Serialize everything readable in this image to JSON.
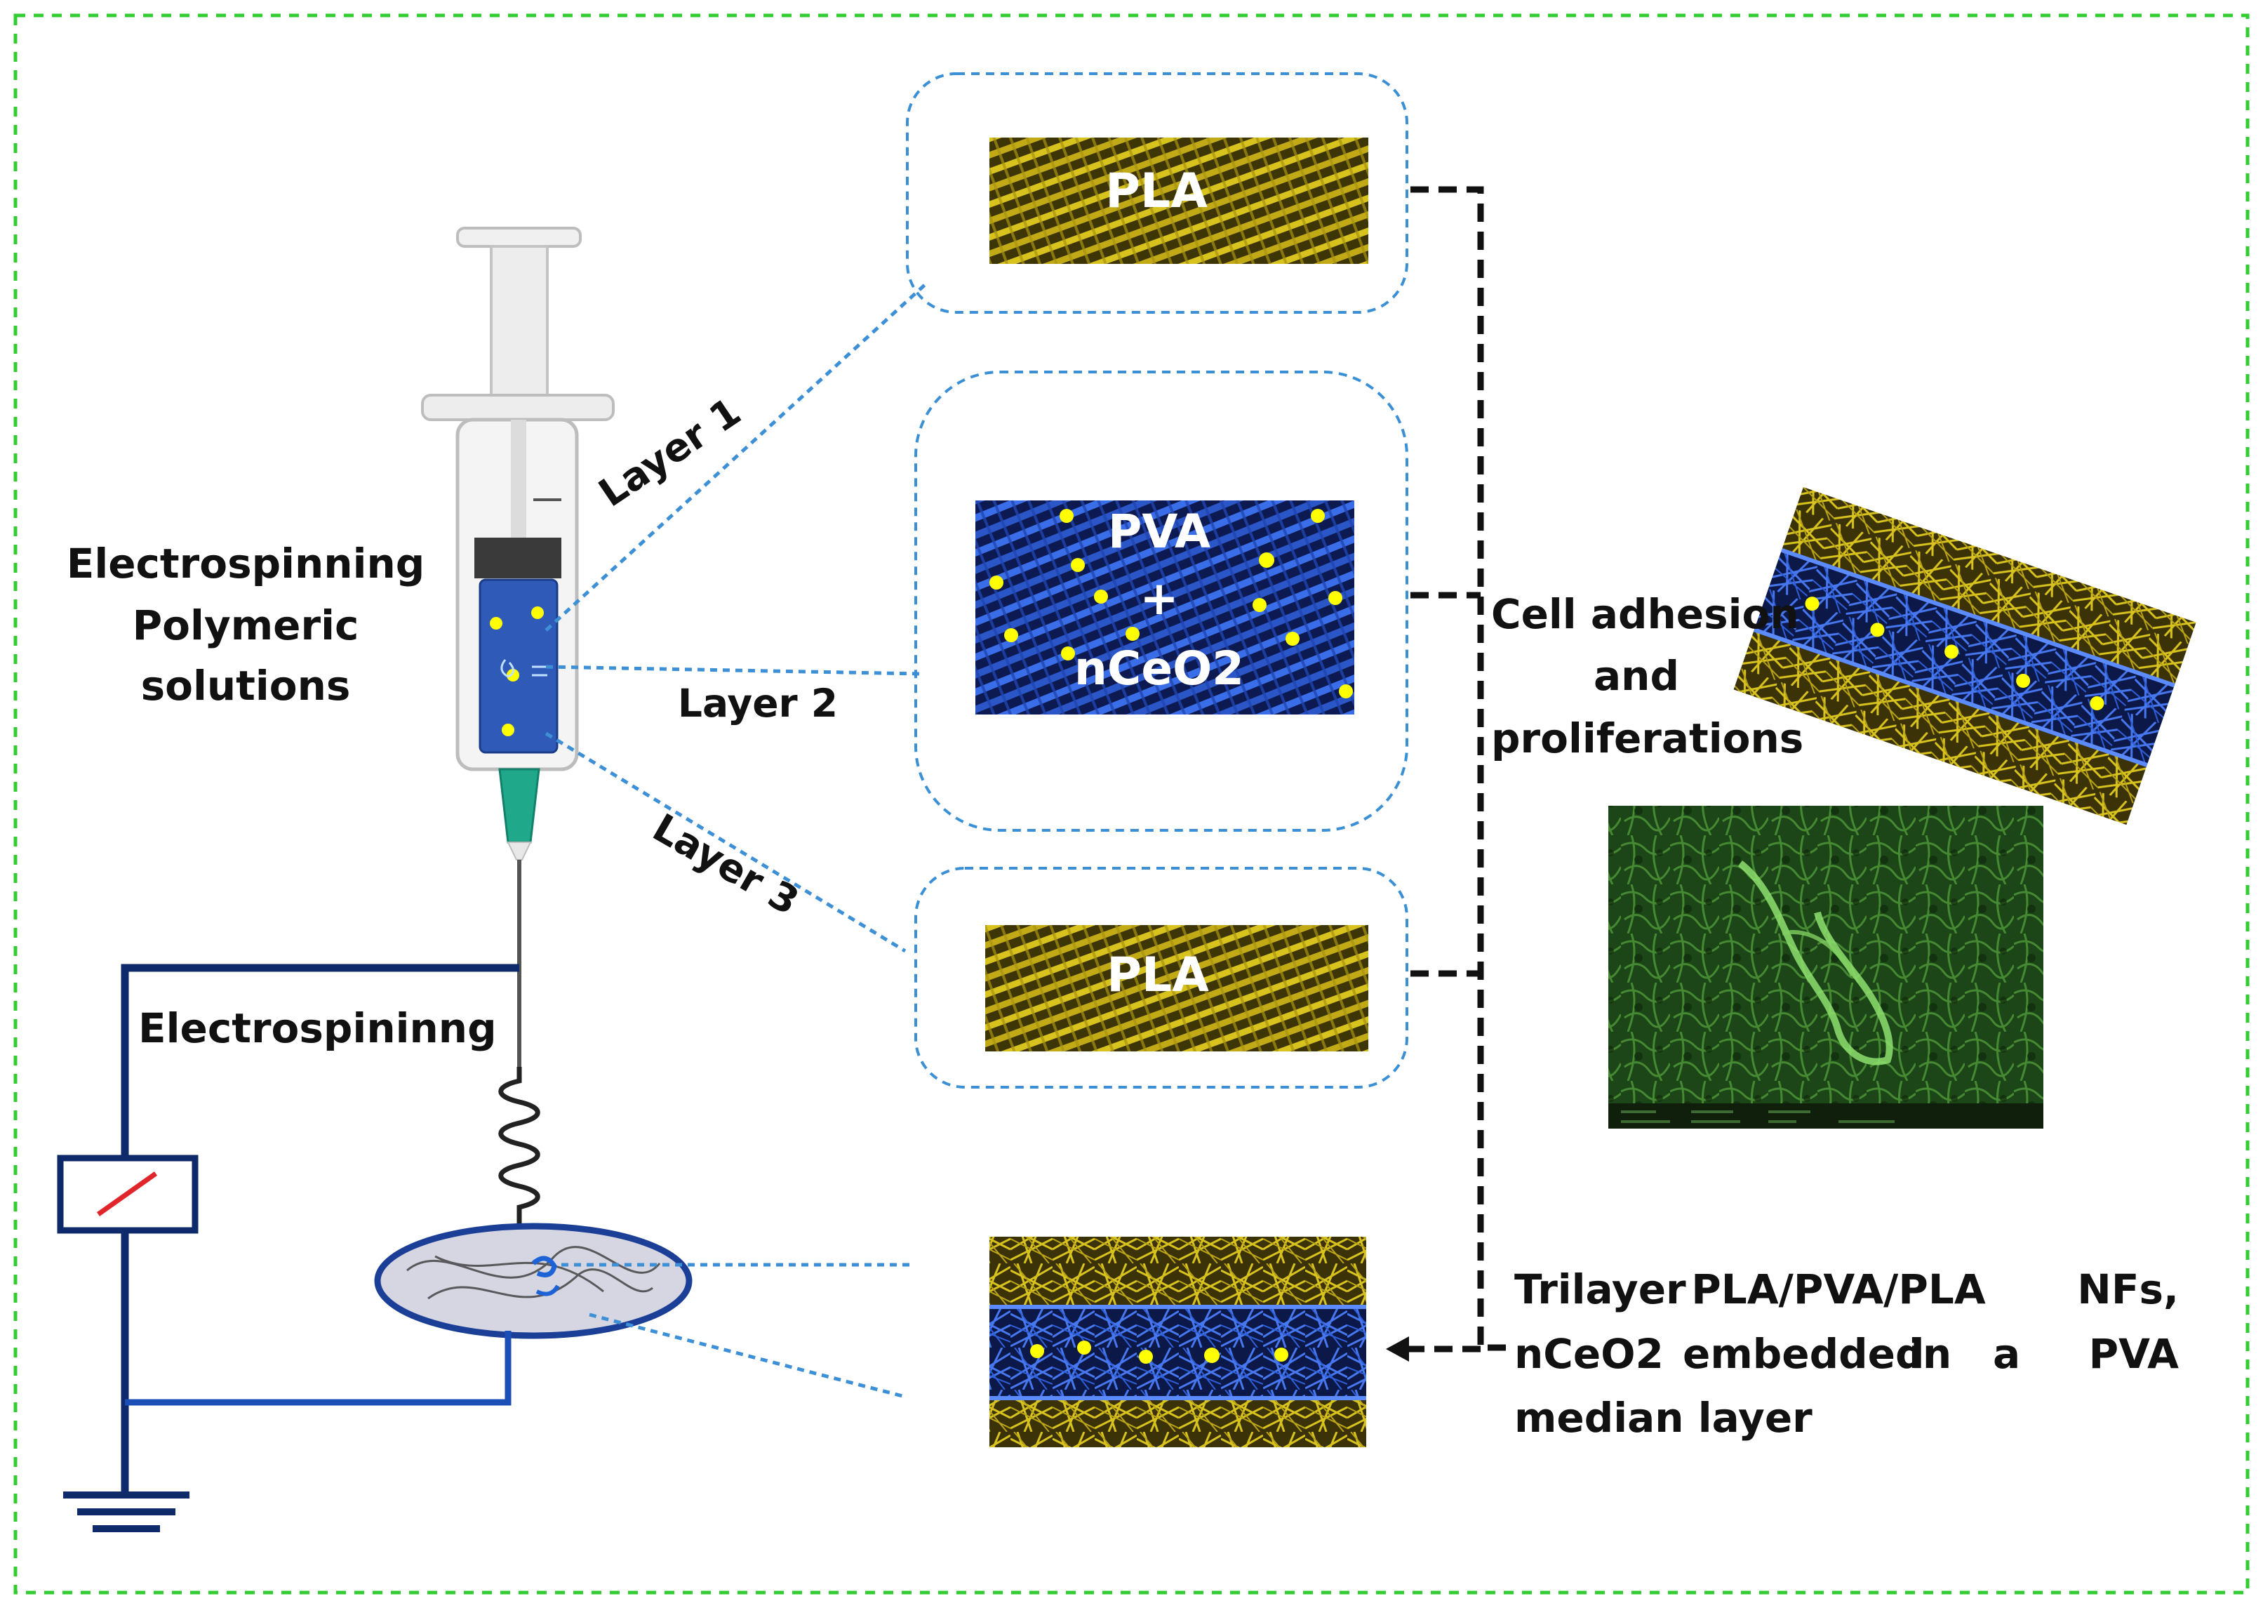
{
  "labels": {
    "solutions_line1": "Electrospinning",
    "solutions_line2": "Polymeric",
    "solutions_line3": "solutions",
    "electrospinning": "Electrospininng",
    "layer1": "Layer 1",
    "layer2": "Layer 2",
    "layer3": "Layer 3",
    "pla_top": "PLA",
    "pva_line1": "PVA",
    "pva_line2": "+",
    "pva_line3": "nCeO2",
    "pla_bottom": "PLA",
    "cell_line1": "Cell adhesion",
    "cell_line2": "and",
    "cell_line3": "proliferations",
    "result_line1_words": [
      "Trilayer",
      "PLA/PVA/PLA",
      "NFs,"
    ],
    "result_line2_words": [
      "nCeO2",
      "embedded",
      "in",
      "a",
      "PVA"
    ],
    "result_line3": "median layer"
  },
  "colors": {
    "frame_border": "#33cc33",
    "layer_box_border": "#3b8fd4",
    "pla_fiber": "#c9b21a",
    "pla_dark": "#3d3506",
    "pva_fiber": "#2d5fd6",
    "pva_dark": "#0d1a52",
    "nanoparticle": "#ffff00",
    "circuit_wire": "#0f2a6b",
    "needle_hub": "#1fa98a",
    "sem_green": "#1d4a18"
  },
  "icons": [
    "syringe-icon",
    "collector-plate-icon",
    "voltage-source-icon",
    "ground-icon",
    "fiber-jet-icon"
  ]
}
